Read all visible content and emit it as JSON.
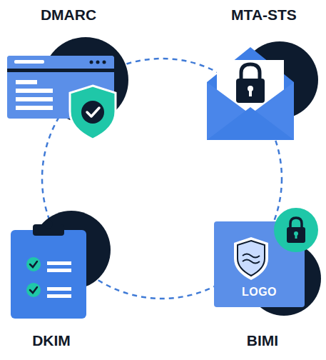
{
  "diagram": {
    "nodes": [
      {
        "text": [
          "LOGO"
        ]
      }
    ],
    "labels": [
      "DMARC",
      "MTA-STS",
      "DKIM",
      "BIMI"
    ]
  }
}
